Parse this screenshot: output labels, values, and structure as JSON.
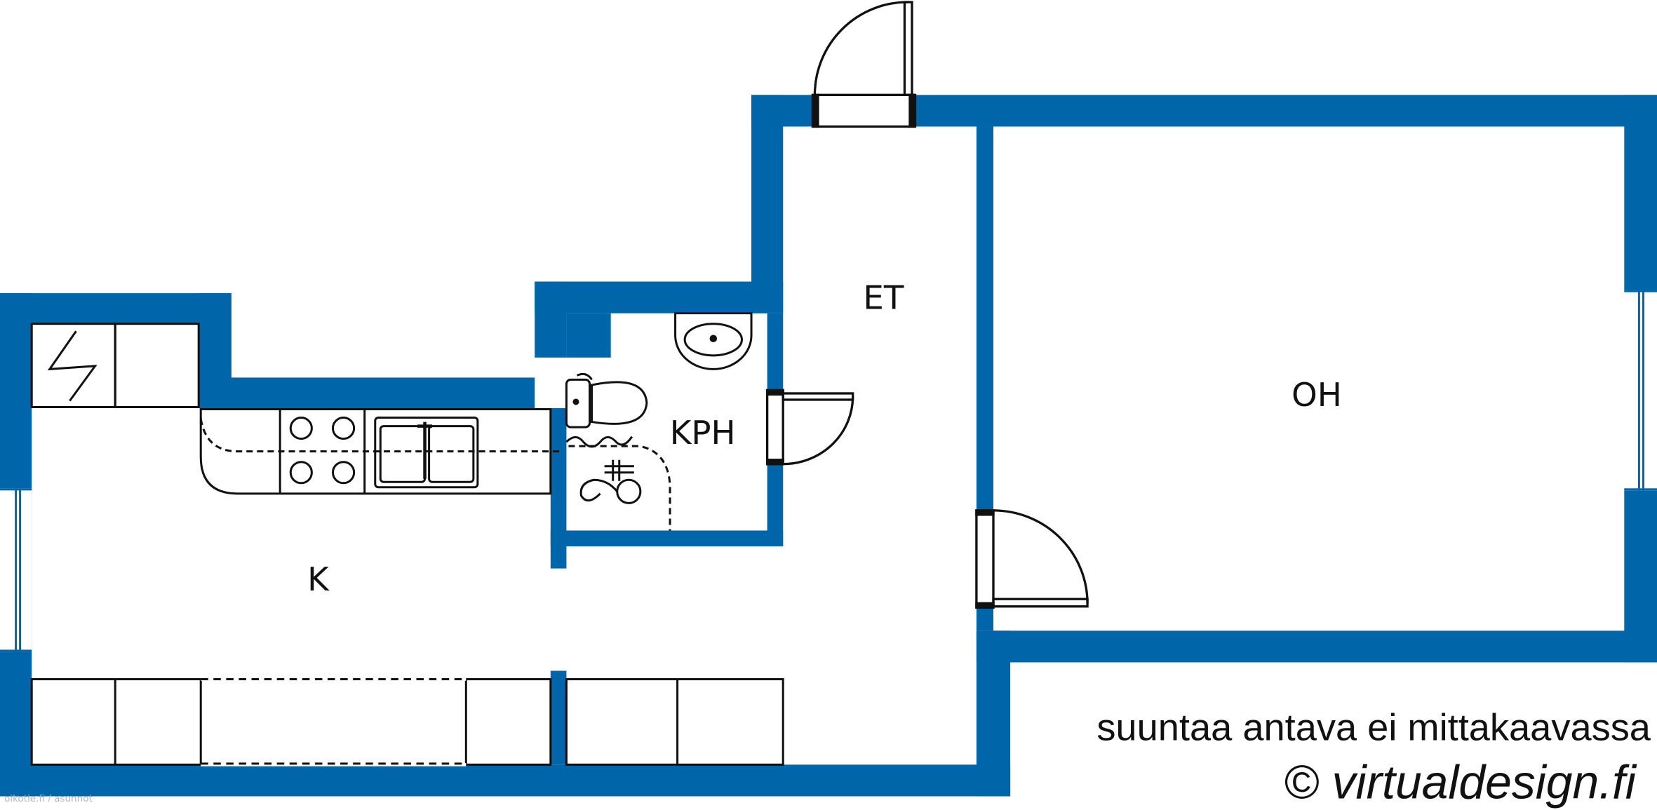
{
  "rooms": {
    "kitchen": "K",
    "entrance": "ET",
    "bathroom": "KPH",
    "living_room": "OH"
  },
  "note": "suuntaa antava ei mittakaavassa",
  "credit": "© virtualdesign.fi",
  "watermark": "oikotie.fi / asunnot",
  "colors": {
    "wall": "#0066a9",
    "fixture_stroke": "#111111",
    "background": "#ffffff"
  }
}
